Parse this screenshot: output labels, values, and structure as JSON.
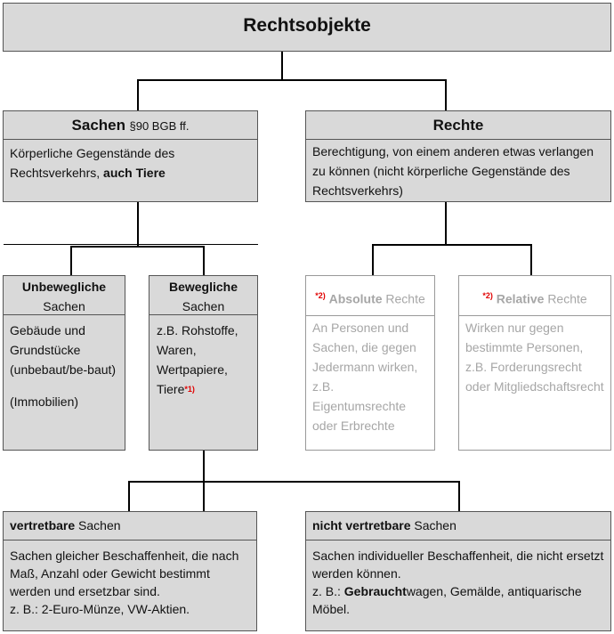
{
  "root": {
    "title": "Rechtsobjekte"
  },
  "sachen": {
    "title": "Sachen",
    "ref": "§90 BGB ff.",
    "desc_pre": "Körperliche Gegenstände des Rechtsverkehrs, ",
    "desc_bold": "auch Tiere"
  },
  "rechte": {
    "title": "Rechte",
    "desc": "Berechtigung, von einem anderen etwas verlangen zu können (nicht körperliche Gegenstände des Rechtsverkehrs)"
  },
  "unbeweglich": {
    "title_bold": "Unbewegliche",
    "title_rest": "Sachen",
    "desc_1": "Gebäude und Grundstücke (unbebaut/be-baut)",
    "desc_2": "(Immobilien)"
  },
  "beweglich": {
    "title_bold": "Bewegliche",
    "title_rest": "Sachen",
    "desc": "z.B. Rohstoffe, Waren, Wertpapiere, Tiere",
    "mark": "*1)"
  },
  "absolut": {
    "mark": "*2)",
    "title_bold": "Absolute",
    "title_rest": "Rechte",
    "desc": "An Personen und Sachen, die gegen Jedermann wirken, z.B. Eigentumsrechte oder Erbrechte"
  },
  "relativ": {
    "mark": "*2)",
    "title_bold": "Relative",
    "title_rest": "Rechte",
    "desc": "Wirken nur gegen bestimmte Personen, z.B. Forderungsrecht oder Mitgliedschaftsrecht"
  },
  "vertretbar": {
    "title_bold": "vertretbare",
    "title_rest": "Sachen",
    "desc_1": "Sachen gleicher Beschaffenheit, die nach Maß, Anzahl oder Gewicht bestimmt werden und ersetzbar sind.",
    "desc_2": "z. B.: 2-Euro-Münze, VW-Aktien."
  },
  "nicht_vertretbar": {
    "title_bold": "nicht vertretbare",
    "title_rest": "Sachen",
    "desc_1": "Sachen individueller Beschaffenheit, die nicht ersetzt werden können.",
    "desc_2_pre": "z. B.: ",
    "desc_2_bold": "Gebraucht",
    "desc_2_post": "wagen, Gemälde, antiquarische Möbel."
  }
}
